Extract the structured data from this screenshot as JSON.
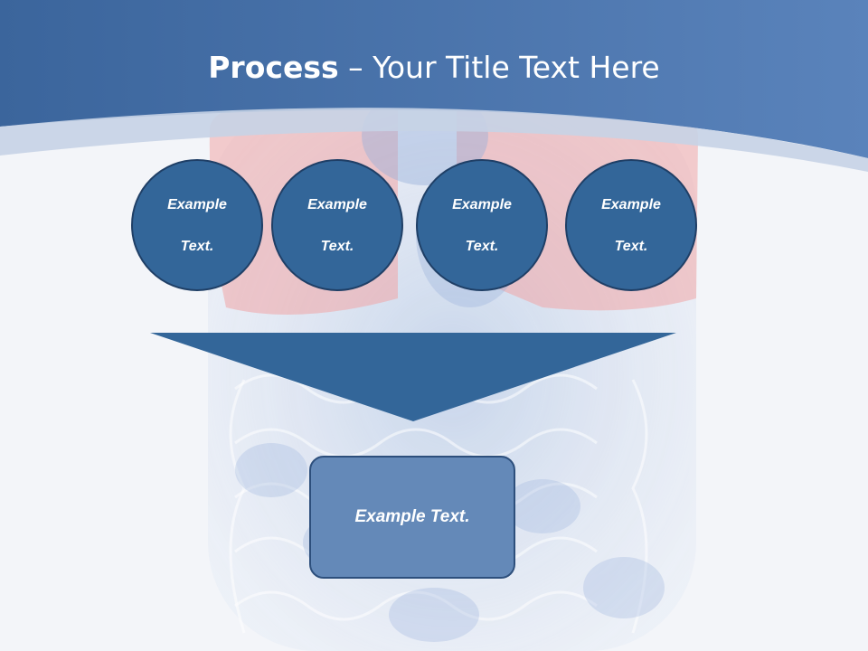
{
  "title": {
    "bold": "Process",
    "separator": " – ",
    "rest": "Your Title Text Here"
  },
  "circles": [
    {
      "line1": "Example",
      "line2": "Text."
    },
    {
      "line1": "Example",
      "line2": "Text."
    },
    {
      "line1": "Example",
      "line2": "Text."
    },
    {
      "line1": "Example",
      "line2": "Text."
    }
  ],
  "result_box": {
    "label": "Example Text."
  },
  "colors": {
    "header": "#3f6ba3",
    "shape_fill": "#336699",
    "box_fill": "#6489b8",
    "organ_overlay": "#ef9a9a"
  }
}
